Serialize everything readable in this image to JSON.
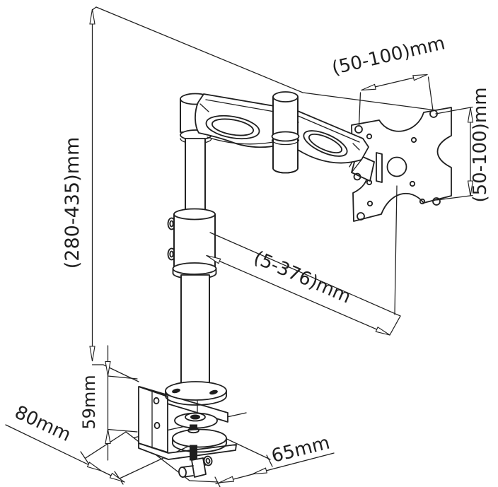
{
  "diagram": {
    "kind": "technical-dimension-drawing",
    "subject": "desk-clamp-monitor-arm",
    "colors": {
      "line": "#1f1f1f",
      "background": "#ffffff"
    },
    "dimensions": {
      "height_range": "(280-435)mm",
      "vesa_width": "(50-100)mm",
      "vesa_height": "(50-100)mm",
      "arm_reach": "(5-376)mm",
      "clamp_height": "59mm",
      "clamp_depth": "80mm",
      "clamp_width": "65mm"
    }
  }
}
